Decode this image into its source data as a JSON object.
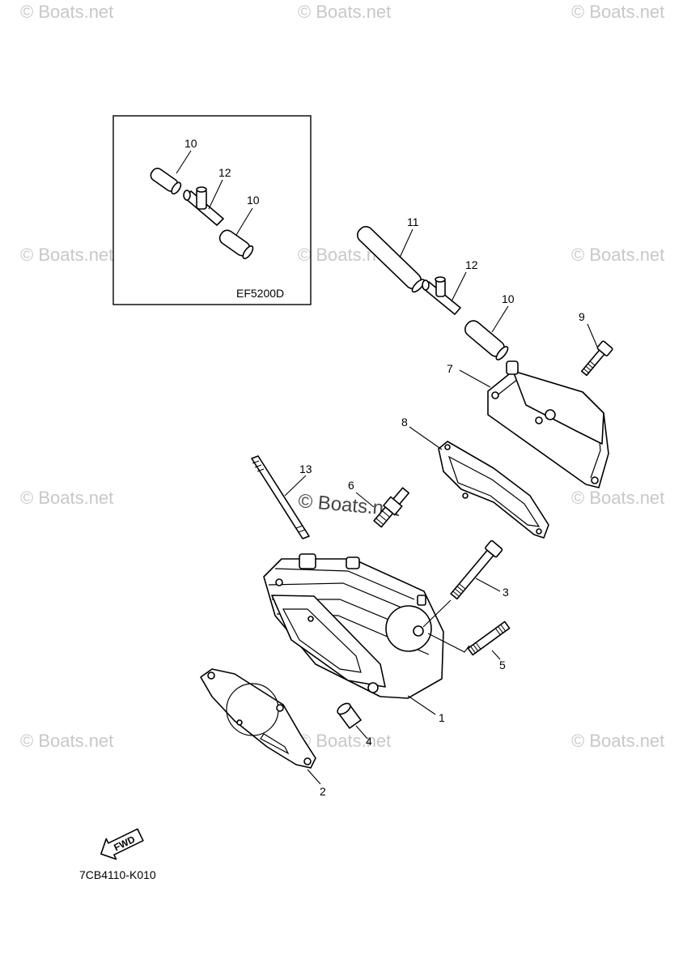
{
  "watermark": "© Boats.net",
  "center_watermark": "© Boats.net",
  "inset_model": "EF5200D",
  "diagram_code": "7CB4110-K010",
  "fwd_label": "FWD",
  "inset_callouts": [
    "10",
    "12",
    "10"
  ],
  "callouts": [
    "1",
    "2",
    "3",
    "4",
    "5",
    "6",
    "7",
    "8",
    "9",
    "10",
    "11",
    "12",
    "13"
  ],
  "colors": {
    "ink": "#000000",
    "watermark": "#c8c8c8",
    "background": "#ffffff"
  }
}
